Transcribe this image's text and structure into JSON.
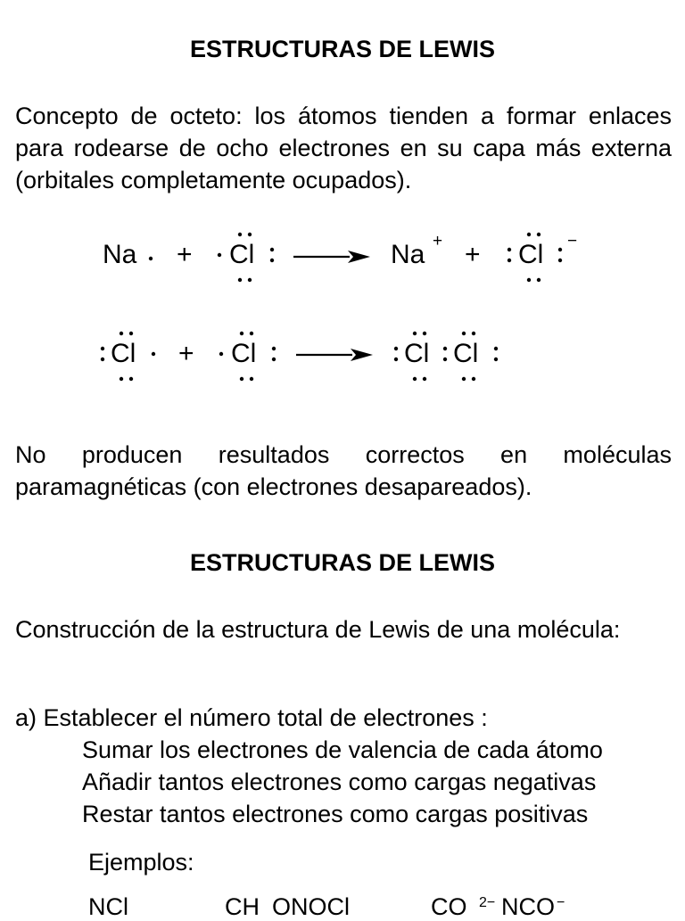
{
  "section1": {
    "title": "ESTRUCTURAS DE LEWIS",
    "concept": "Concepto de octeto: los átomos tienden a formar enlaces para rodearse de ocho electrones en su capa más externa (orbitales completamente ocupados).",
    "equation1": {
      "reactant1": "Na",
      "plus1": "+",
      "reactant2": "Cl",
      "product1": "Na",
      "product1_charge": "+",
      "plus2": "+",
      "product2": "Cl",
      "product2_charge": "−"
    },
    "equation2": {
      "reactant1": "Cl",
      "plus": "+",
      "reactant2": "Cl",
      "product_a": "Cl",
      "product_b": "Cl"
    },
    "note": "No producen resultados correctos en moléculas paramagnéticas (con electrones desapareados)."
  },
  "section2": {
    "title": "ESTRUCTURAS DE LEWIS",
    "intro": "Construcción de la estructura de Lewis de una molécula:",
    "step_a": "a) Establecer el número total de electrones :",
    "bullets": [
      "Sumar los electrones de valencia de cada átomo",
      "Añadir tantos electrones como cargas negativas",
      "Restar tantos electrones como cargas positivas"
    ],
    "examples_label": "Ejemplos:",
    "examples": [
      "NCl",
      "CH",
      "ONOCl",
      "CO",
      "2−",
      "NCO",
      "−"
    ]
  }
}
